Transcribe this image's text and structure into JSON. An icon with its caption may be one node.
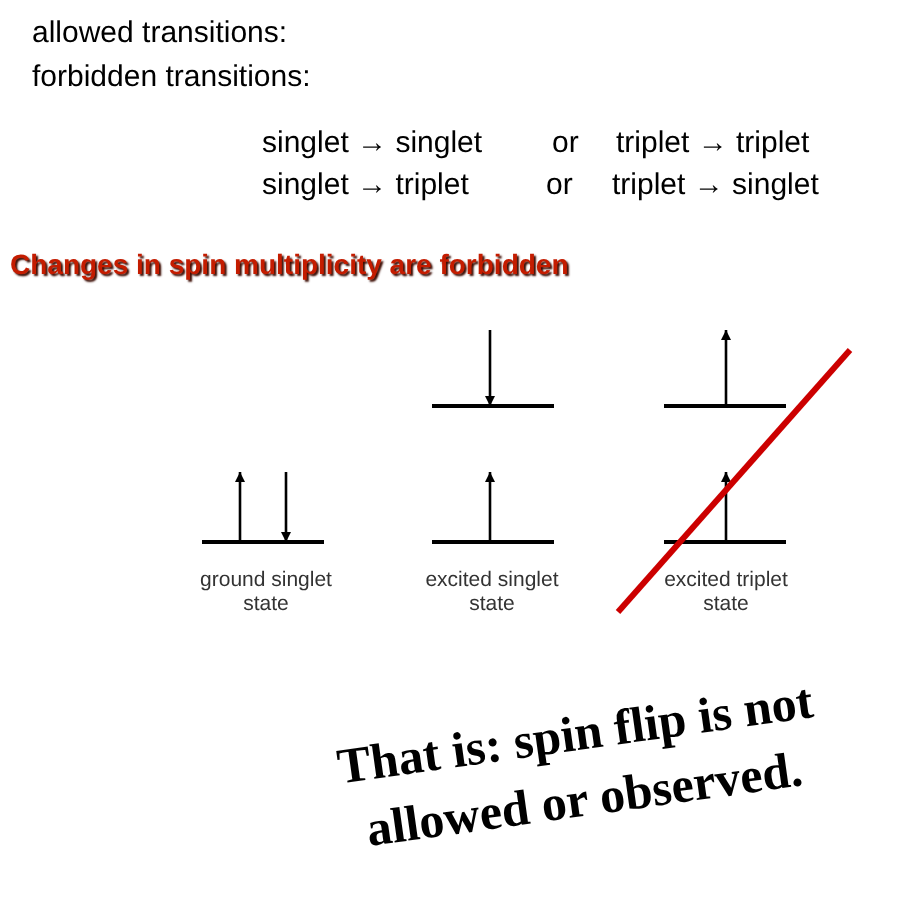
{
  "diagram": {
    "labels": [
      "allowed transitions:",
      "forbidden transitions:",
      "singlet → singlet",
      "or",
      "triplet → triplet",
      "singlet → triplet",
      "or",
      "triplet → singlet",
      "Changes in spin multiplicity are forbidden",
      "ground singlet state",
      "excited singlet state",
      "excited triplet state",
      "That is: spin flip is not allowed or observed."
    ]
  }
}
